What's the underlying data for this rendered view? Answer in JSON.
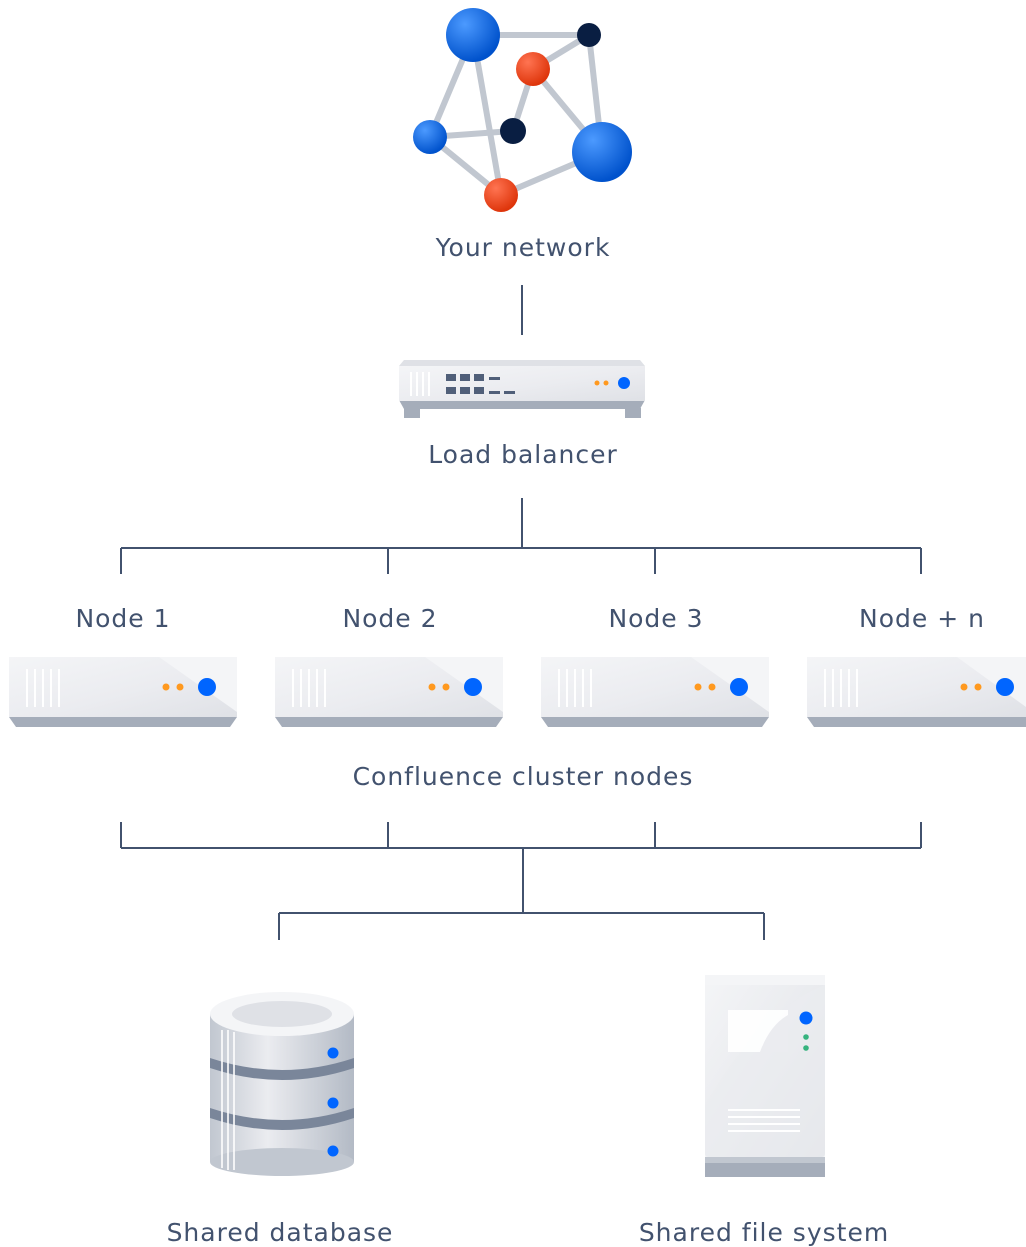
{
  "labels": {
    "network": "Your network",
    "load_balancer": "Load balancer",
    "nodes_caption": "Confluence cluster nodes",
    "shared_database": "Shared database",
    "shared_file_system": "Shared file system"
  },
  "nodes": [
    {
      "label": "Node 1"
    },
    {
      "label": "Node 2"
    },
    {
      "label": "Node 3"
    },
    {
      "label": "Node + n"
    }
  ],
  "colors": {
    "line": "#42526E",
    "text": "#42526E",
    "blue": "#0065FF",
    "orange": "#FF5630",
    "navy": "#091E42",
    "led_orange": "#FF991F",
    "led_green": "#36B37E",
    "device_light": "#EBECF0",
    "device_dark": "#A5ADBA"
  }
}
